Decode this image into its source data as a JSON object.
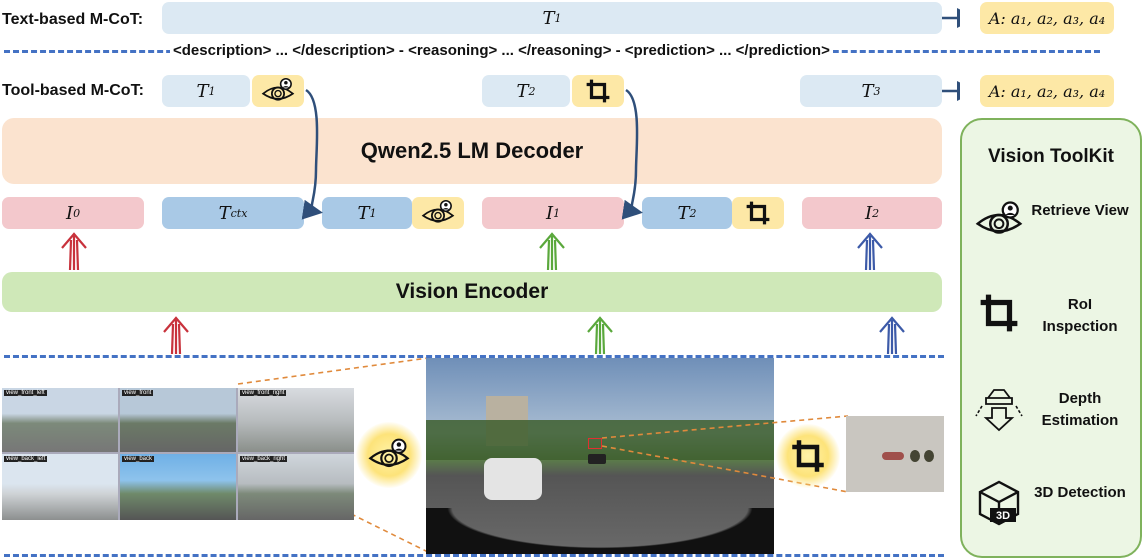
{
  "rows": {
    "text_label": "Text-based M-CoT:",
    "tool_label": "Tool-based M-CoT:"
  },
  "text_cot": {
    "token": "T",
    "token_sub": "1",
    "answer": "A: a₁, a₂, a₃, a₄"
  },
  "tags_line": "<description> ... </description> - <reasoning> ... </reasoning> - <prediction> ... </prediction>",
  "tool_cot": {
    "t1": "T",
    "t1_sub": "1",
    "t2": "T",
    "t2_sub": "2",
    "t3": "T",
    "t3_sub": "3",
    "answer": "A: a₁, a₂, a₃, a₄"
  },
  "decoder": {
    "label": "Qwen2.5 LM Decoder"
  },
  "input_tokens": {
    "i0": "I",
    "i0_sub": "0",
    "tctx": "T",
    "tctx_sub": "ctx",
    "t1": "T",
    "t1_sub": "1",
    "i1": "I",
    "i1_sub": "1",
    "t2": "T",
    "t2_sub": "2",
    "i2": "I",
    "i2_sub": "2"
  },
  "encoder": {
    "label": "Vision Encoder"
  },
  "toolkit": {
    "title": "Vision ToolKit",
    "tools": [
      {
        "name": "Retrieve View",
        "icon": "retrieve-view-icon"
      },
      {
        "name": "RoI Inspection",
        "icon": "crop-icon"
      },
      {
        "name": "Depth Estimation",
        "icon": "depth-estimation-icon"
      },
      {
        "name": "3D Detection",
        "icon": "3d-detection-icon"
      }
    ]
  },
  "views": [
    "view_front_left",
    "view_front",
    "view_front_right",
    "view_back_left",
    "view_back",
    "view_back_right"
  ],
  "colors": {
    "red": "#c8323c",
    "green": "#5aa83c",
    "blue": "#3c5aa8",
    "dash": "#4472c4",
    "decoder": "#fbe3cf",
    "encoder": "#cfe8b8"
  }
}
